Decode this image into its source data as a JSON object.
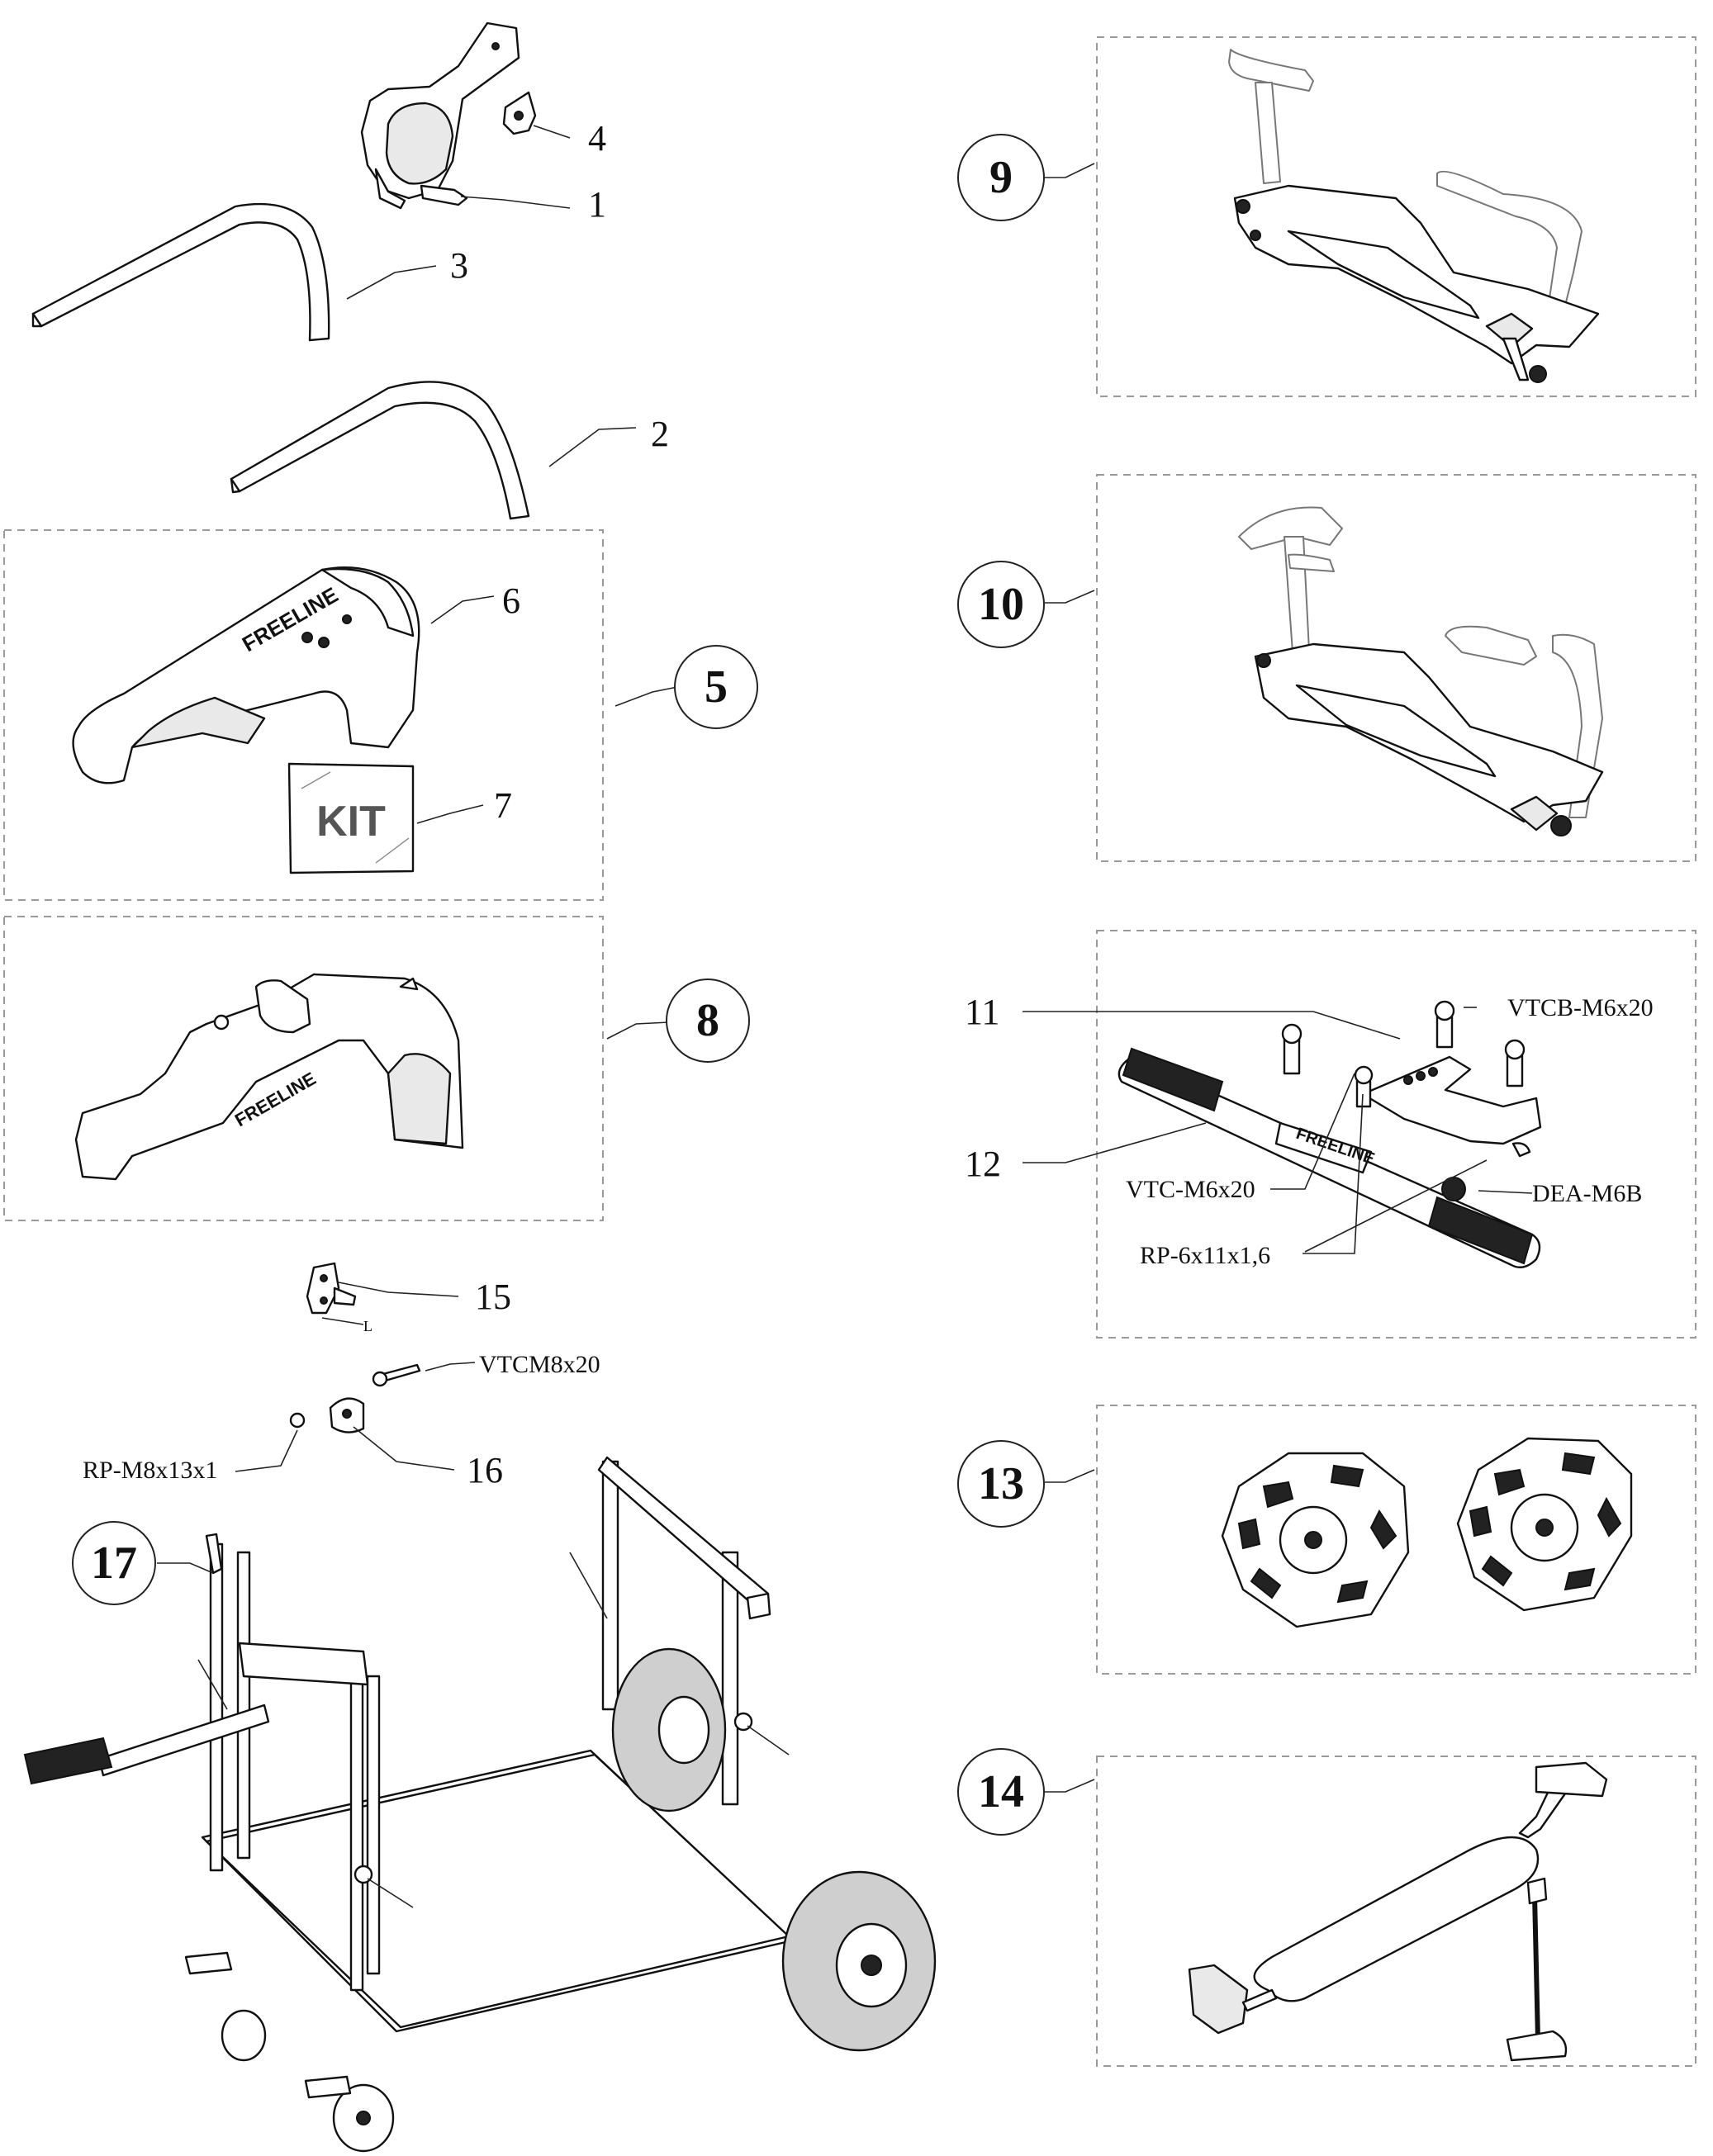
{
  "callouts": {
    "c1": "1",
    "c2": "2",
    "c3": "3",
    "c4": "4",
    "c6": "6",
    "c7": "7",
    "c11": "11",
    "c12": "12",
    "c15": "15",
    "c16": "16"
  },
  "bubbles": {
    "b5": "5",
    "b8": "8",
    "b9": "9",
    "b10": "10",
    "b13": "13",
    "b14": "14",
    "b17": "17"
  },
  "codes": {
    "vtcb_m6x20": "VTCB-M6x20",
    "vtc_m6x20": "VTC-M6x20",
    "dea_m6b": "DEA-M6B",
    "rp_6x11x1_6": "RP-6x11x1,6",
    "vtcm8x20": "VTCM8x20",
    "rp_m8x13x1": "RP-M8x13x1"
  },
  "kit_label": "KIT",
  "logo_text": "FREELINE",
  "icon_names": [
    "front-mount-icon",
    "bracket-icon",
    "rear-strap-icon",
    "front-strap-icon",
    "fairing-icon",
    "kit-bag-icon",
    "fairing-assembly-icon",
    "pedal-assembly-icon",
    "pedal-assembly-ghost-icon",
    "handle-bar-icon",
    "wheel-plate-icon",
    "seat-stand-icon",
    "cart-icon"
  ]
}
